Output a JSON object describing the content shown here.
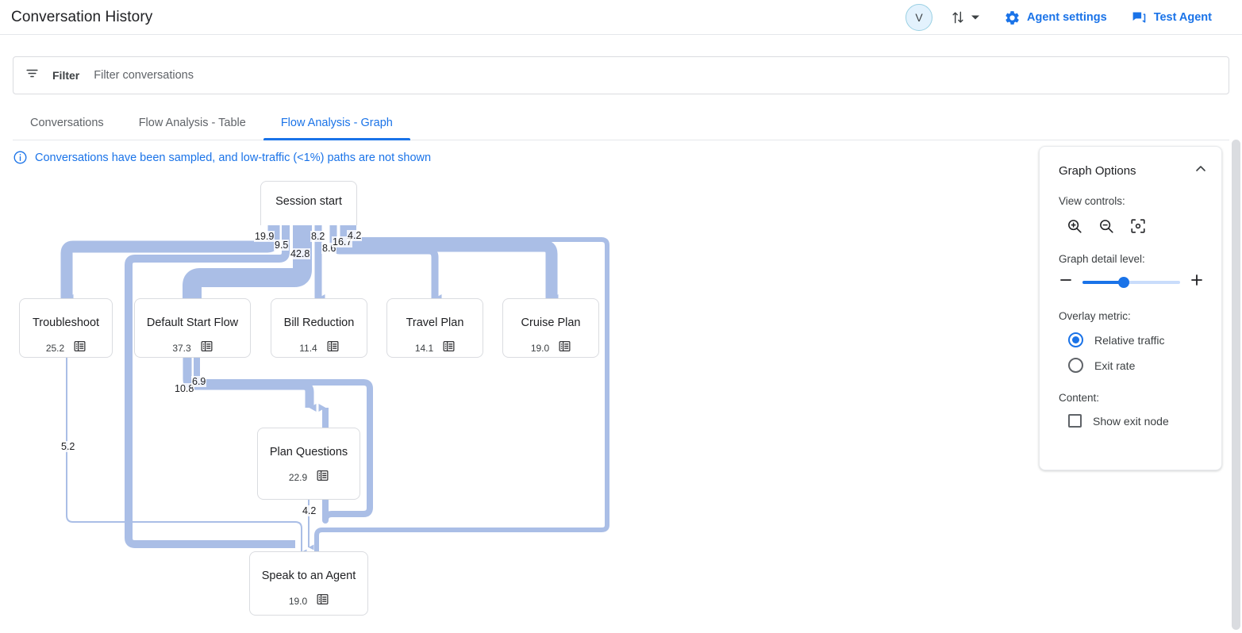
{
  "header": {
    "title": "Conversation History",
    "avatar_initial": "V",
    "sort_icon": "sort-arrows-icon",
    "dropdown_icon": "chevron-down-icon",
    "actions": [
      {
        "label": "Agent settings",
        "icon": "gear-icon"
      },
      {
        "label": "Test Agent",
        "icon": "chat-bubble-icon"
      }
    ]
  },
  "filter": {
    "icon": "filter-icon",
    "label": "Filter",
    "placeholder": "Filter conversations"
  },
  "tabs": [
    {
      "label": "Conversations",
      "active": false
    },
    {
      "label": "Flow Analysis - Table",
      "active": false
    },
    {
      "label": "Flow Analysis - Graph",
      "active": true
    }
  ],
  "notice": {
    "icon": "info-icon",
    "text": "Conversations have been sampled, and low-traffic (<1%) paths are not shown"
  },
  "panel": {
    "title": "Graph Options",
    "collapse_icon": "chevron-up-icon",
    "view_controls_label": "View controls:",
    "view_controls": [
      {
        "name": "zoom-in-icon"
      },
      {
        "name": "zoom-out-icon"
      },
      {
        "name": "fit-to-screen-icon"
      }
    ],
    "detail_label": "Graph detail level:",
    "detail_minus": "minus-icon",
    "detail_plus": "plus-icon",
    "detail_value_pct": 42,
    "overlay_label": "Overlay metric:",
    "overlay_options": [
      {
        "label": "Relative traffic",
        "selected": true
      },
      {
        "label": "Exit rate",
        "selected": false
      }
    ],
    "content_label": "Content:",
    "content_options": [
      {
        "label": "Show exit node",
        "checked": false
      }
    ]
  },
  "colors": {
    "accent": "#1a73e8",
    "edge": "#aabee6",
    "node_border": "#dadce0",
    "text": "#202124",
    "muted": "#5f6368"
  },
  "chart_data": {
    "type": "diagram",
    "diagram_kind": "sankey-flow-graph",
    "title": "Flow Analysis - Graph",
    "metric": "Relative traffic",
    "nodes": [
      {
        "id": "session",
        "label": "Session start",
        "value": null,
        "icon": null
      },
      {
        "id": "troubleshoot",
        "label": "Troubleshoot",
        "value": "25.2",
        "icon": "list-icon"
      },
      {
        "id": "default_start_flow",
        "label": "Default Start Flow",
        "value": "37.3",
        "icon": "list-icon"
      },
      {
        "id": "bill_reduction",
        "label": "Bill Reduction",
        "value": "11.4",
        "icon": "list-icon"
      },
      {
        "id": "travel_plan",
        "label": "Travel Plan",
        "value": "14.1",
        "icon": "list-icon"
      },
      {
        "id": "cruise_plan",
        "label": "Cruise Plan",
        "value": "19.0",
        "icon": "list-icon"
      },
      {
        "id": "plan_questions",
        "label": "Plan Questions",
        "value": "22.9",
        "icon": "list-icon"
      },
      {
        "id": "speak_to_agent",
        "label": "Speak to an Agent",
        "value": "19.0",
        "icon": "list-icon"
      }
    ],
    "edges": [
      {
        "from": "session",
        "to": "troubleshoot",
        "label": "19.9"
      },
      {
        "from": "session",
        "to": "troubleshoot",
        "label": "9.5"
      },
      {
        "from": "session",
        "to": "default_start_flow",
        "label": "42.8"
      },
      {
        "from": "session",
        "to": "bill_reduction",
        "label": "8.2"
      },
      {
        "from": "session",
        "to": "travel_plan",
        "label": "8.6"
      },
      {
        "from": "session",
        "to": "cruise_plan",
        "label": "16.7"
      },
      {
        "from": "session",
        "to": "plan_questions",
        "label": "4.2"
      },
      {
        "from": "default_start_flow",
        "to": "plan_questions",
        "label": "10.8"
      },
      {
        "from": "default_start_flow",
        "to": "plan_questions",
        "label": "6.9"
      },
      {
        "from": "troubleshoot",
        "to": "speak_to_agent",
        "label": "5.2"
      },
      {
        "from": "plan_questions",
        "to": "speak_to_agent",
        "label": "4.2"
      }
    ],
    "edge_labels": [
      "19.9",
      "9.5",
      "42.8",
      "8.2",
      "8.6",
      "16.7",
      "4.2",
      "10.8",
      "6.9",
      "5.2",
      "4.2"
    ]
  }
}
